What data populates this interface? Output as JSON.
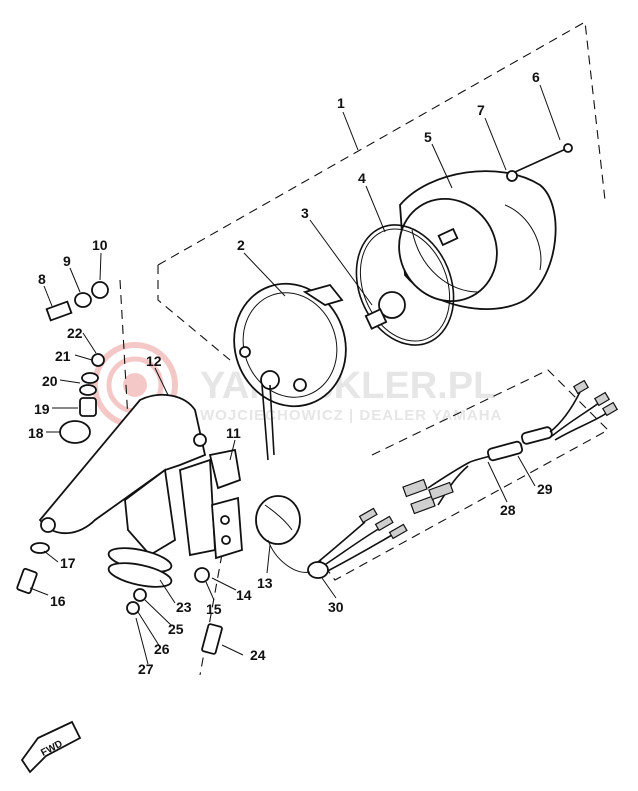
{
  "watermark": {
    "line1": "YAMASKLER.PL",
    "line2": "WOJCIECHOWICZ | DEALER YAMAHA",
    "color": "#e6e6e6",
    "logo_color": "#f4c3c3"
  },
  "fwd_label": "FWD",
  "callouts": [
    "1",
    "2",
    "3",
    "4",
    "5",
    "6",
    "7",
    "8",
    "9",
    "10",
    "11",
    "12",
    "13",
    "14",
    "15",
    "16",
    "17",
    "18",
    "19",
    "20",
    "21",
    "22",
    "23",
    "24",
    "25",
    "26",
    "27",
    "28",
    "29",
    "30"
  ]
}
